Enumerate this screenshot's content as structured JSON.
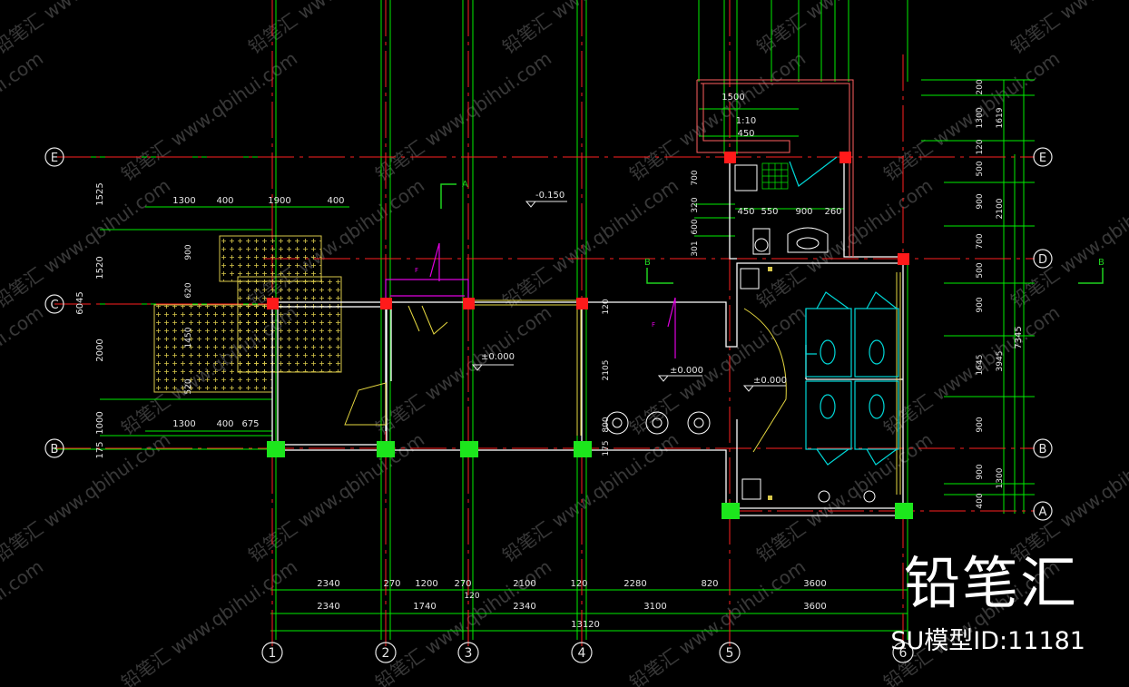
{
  "drawing": {
    "grid_columns": [
      "1",
      "2",
      "3",
      "4",
      "5",
      "6"
    ],
    "grid_rows": [
      "E",
      "D",
      "C",
      "B",
      "A"
    ],
    "bottom_dims_row1": [
      "2340",
      "270",
      "1200",
      "270",
      "2100",
      "120",
      "2280",
      "820",
      "3600"
    ],
    "bottom_dims_row2": [
      "2340",
      "1740",
      "2340",
      "3100",
      "3600"
    ],
    "bottom_dim_small": "120",
    "bottom_total": "13120",
    "left_dims": [
      "1525",
      "1520",
      "2000",
      "1000",
      "175"
    ],
    "left_total": "6045",
    "right_dims": [
      "200",
      "1300",
      "120",
      "500",
      "900",
      "700",
      "500",
      "900",
      "1645",
      "900",
      "900",
      "400"
    ],
    "right_sub": [
      "1619",
      "2100",
      "3945",
      "1300"
    ],
    "right_total": "7345",
    "top_left_dims": [
      "1300",
      "400",
      "1900",
      "400"
    ],
    "lower_left_dims": [
      "1300",
      "400",
      "675"
    ],
    "vert_small_left": [
      "900",
      "620",
      "1450",
      "520"
    ],
    "toilet_top_dims": [
      "1500",
      "1:10",
      "450"
    ],
    "toilet_vert_dims": [
      "700",
      "320",
      "600",
      "301"
    ],
    "toilet_row_dims": [
      "450",
      "550",
      "900",
      "260"
    ],
    "mid_dims": [
      "120",
      "2105",
      "800",
      "175"
    ],
    "levels": [
      "-0.150",
      "±0.000",
      "±0.000",
      "±0.000"
    ],
    "section_marks": [
      "A",
      "B",
      "B"
    ],
    "f_marks": [
      "F",
      "F"
    ]
  },
  "watermark": {
    "brand": "铅笔汇",
    "id_text": "SU模型ID:11181",
    "tile_text": "www.qbihui.com",
    "tile_glyph": "铅笔汇"
  },
  "colors": {
    "background": "#000000",
    "grid_axis": "#ff2020",
    "guide": "#00ee00",
    "dim": "#1fd21f",
    "wall": "#ffffff",
    "column_red": "#ff1a1a",
    "column_green": "#1ce61c",
    "fixture": "#00d8d8",
    "hatch": "#d8c74a",
    "door": "#e6d840",
    "magenta": "#e000e0",
    "text": "#e6e6e6"
  }
}
